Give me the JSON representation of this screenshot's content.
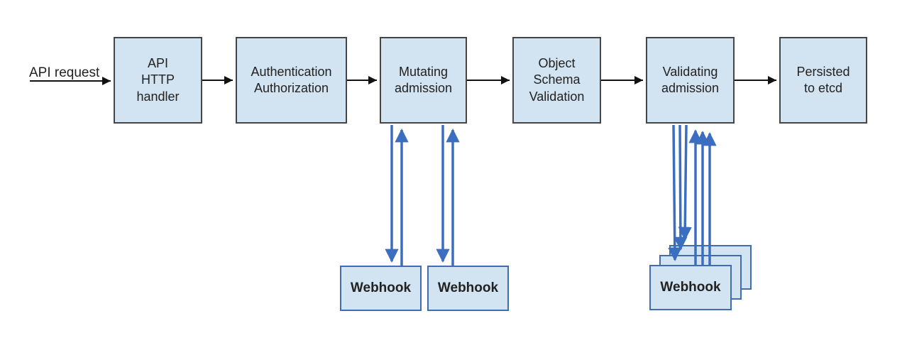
{
  "colors": {
    "box_fill": "#d2e3f1",
    "box_border": "#454545",
    "webhook_border": "#3f6daf",
    "arrow_black": "#111111",
    "arrow_blue": "#3c6ec0",
    "text": "#222222"
  },
  "flow": {
    "input_label": "API request",
    "stages": [
      {
        "id": "api-http-handler",
        "label": "API\nHTTP\nhandler"
      },
      {
        "id": "authentication-authorization",
        "label": "Authentication\nAuthorization"
      },
      {
        "id": "mutating-admission",
        "label": "Mutating\nadmission"
      },
      {
        "id": "object-schema-validation",
        "label": "Object\nSchema\nValidation"
      },
      {
        "id": "validating-admission",
        "label": "Validating\nadmission"
      },
      {
        "id": "persisted-to-etcd",
        "label": "Persisted\nto etcd"
      }
    ],
    "webhooks": {
      "mutating_1": "Webhook",
      "mutating_2": "Webhook",
      "validating_front": "Webhook"
    }
  }
}
